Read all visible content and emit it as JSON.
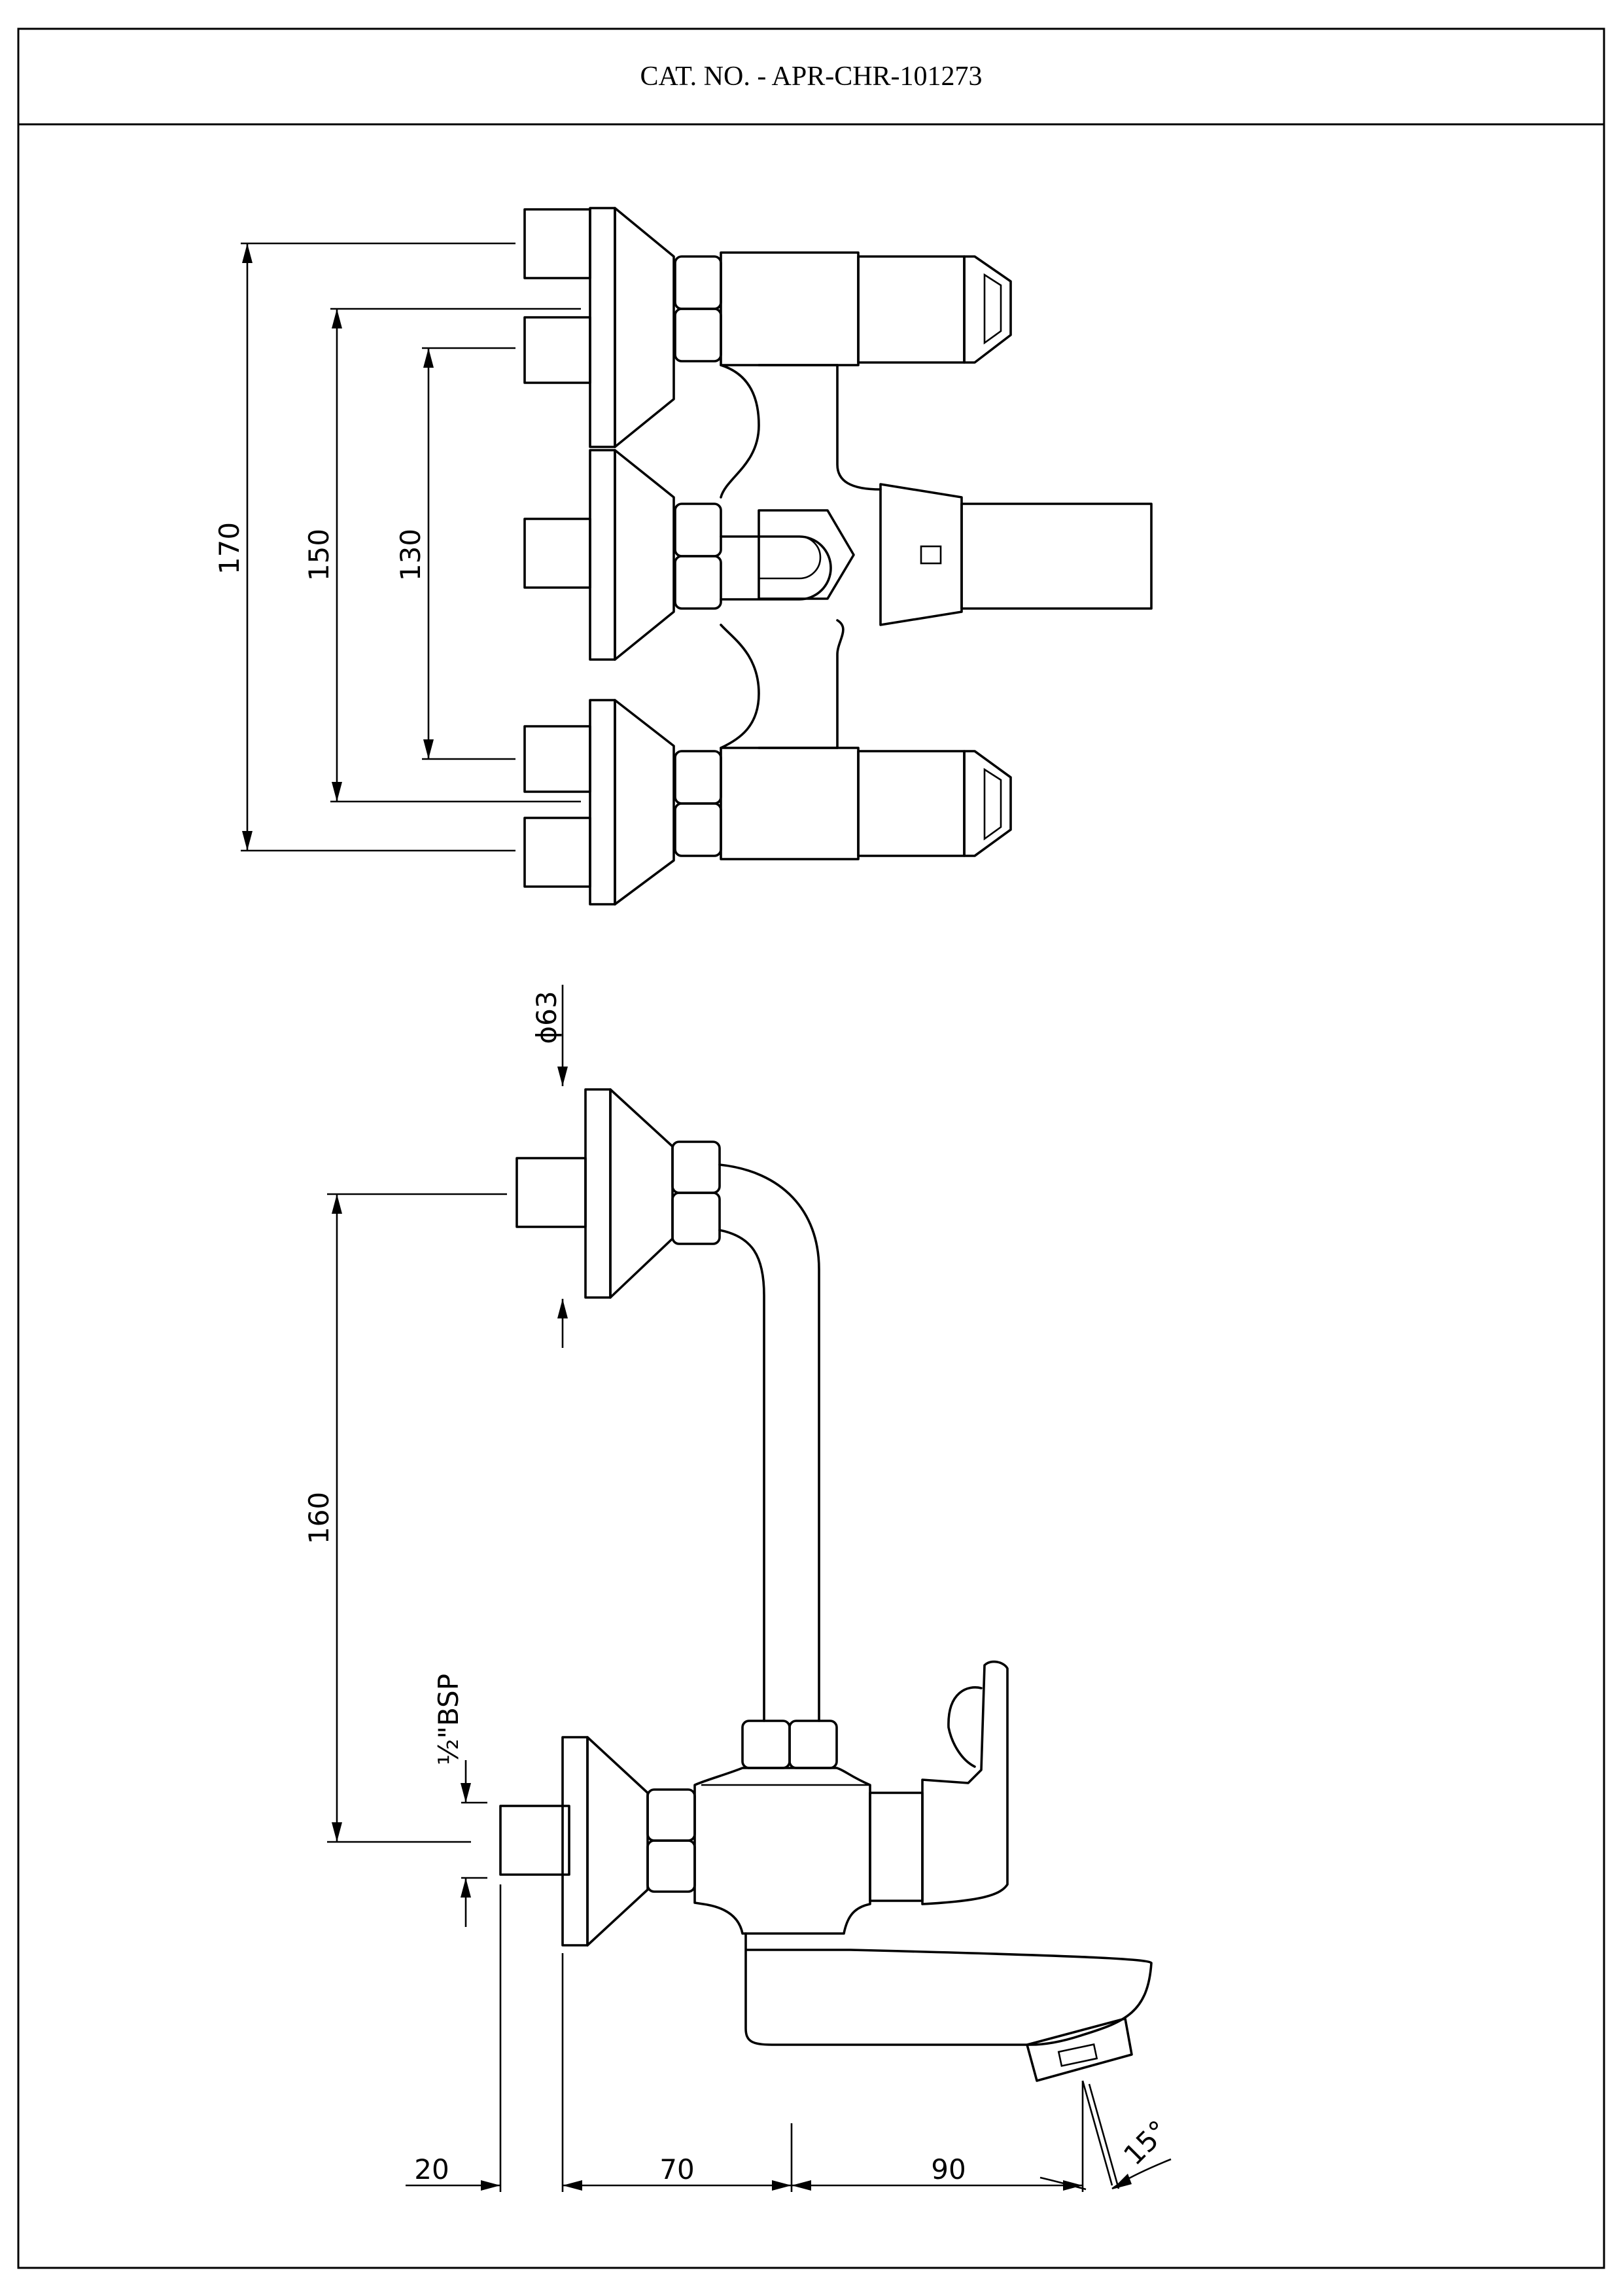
{
  "header": {
    "catalog_number": "CAT. NO. - APR-CHR-101273"
  },
  "top_view": {
    "dimensions": {
      "outer": "170",
      "middle": "150",
      "inner": "130"
    }
  },
  "side_view": {
    "dimensions": {
      "flange_diameter": "ϕ63",
      "inlet_spacing": "160",
      "thread_size": "½\"BSP",
      "inlet_length": "20",
      "body_offset": "70",
      "spout_reach": "90",
      "spout_angle": "15°"
    }
  }
}
